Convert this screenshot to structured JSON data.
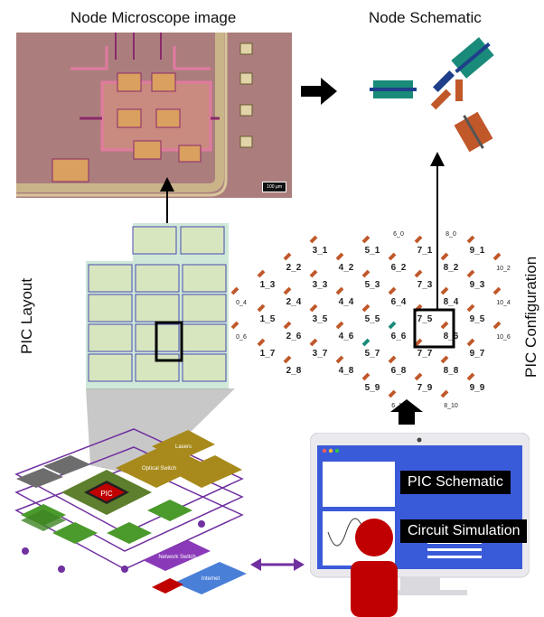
{
  "headings": {
    "microscope": "Node Microscope image",
    "schematic": "Node Schematic"
  },
  "vertical_labels": {
    "layout": "PIC Layout",
    "configuration": "PIC Configuration"
  },
  "microscope": {
    "scale_text": "100 µm"
  },
  "monitor": {
    "pic_schematic": "PIC Schematic",
    "circuit_simulation": "Circuit Simulation"
  },
  "hardware": {
    "center_chip": "PIC",
    "optical_switch": "Optical Switch",
    "network_switch": "Network Switch",
    "internet": "Internet",
    "lasers": "Lasers"
  },
  "config_nodes": [
    {
      "label": "1_3"
    },
    {
      "label": "1_5"
    },
    {
      "label": "1_7"
    },
    {
      "label": "0_4"
    },
    {
      "label": "0_6"
    },
    {
      "label": "2_2"
    },
    {
      "label": "2_4"
    },
    {
      "label": "2_6"
    },
    {
      "label": "2_8"
    },
    {
      "label": "3_1"
    },
    {
      "label": "3_3"
    },
    {
      "label": "3_5"
    },
    {
      "label": "3_7"
    },
    {
      "label": "4_2"
    },
    {
      "label": "4_4"
    },
    {
      "label": "4_6"
    },
    {
      "label": "4_8"
    },
    {
      "label": "5_1"
    },
    {
      "label": "5_3"
    },
    {
      "label": "5_5"
    },
    {
      "label": "5_7"
    },
    {
      "label": "5_9"
    },
    {
      "label": "6_0"
    },
    {
      "label": "6_2"
    },
    {
      "label": "6_4"
    },
    {
      "label": "6_6"
    },
    {
      "label": "6_8"
    },
    {
      "label": "6_10"
    },
    {
      "label": "7_1"
    },
    {
      "label": "7_3"
    },
    {
      "label": "7_5"
    },
    {
      "label": "7_7"
    },
    {
      "label": "7_9"
    },
    {
      "label": "8_0"
    },
    {
      "label": "8_2"
    },
    {
      "label": "8_4"
    },
    {
      "label": "8_6"
    },
    {
      "label": "8_8"
    },
    {
      "label": "8_10"
    },
    {
      "label": "9_1"
    },
    {
      "label": "9_3"
    },
    {
      "label": "9_5"
    },
    {
      "label": "9_7"
    },
    {
      "label": "9_9"
    },
    {
      "label": "10_2"
    },
    {
      "label": "10_4"
    },
    {
      "label": "10_6"
    }
  ],
  "colors": {
    "arrow": "#000000",
    "interaction_arrow": "#7030a0",
    "person": "#c00000",
    "banner": "#000000",
    "node_orange": "#c0582a",
    "node_teal": "#1a8a7a",
    "monitor_frame": "#e9e9ee",
    "monitor_screen": "#3a5bd9"
  }
}
